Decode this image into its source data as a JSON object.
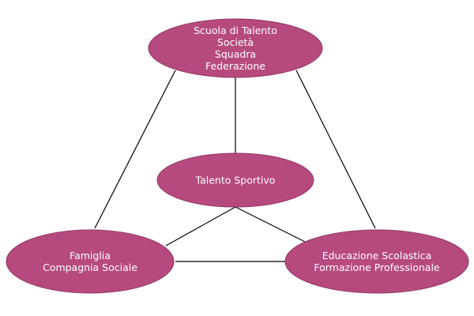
{
  "colors": {
    "node_fill": "#b64a7f",
    "line": "#000000",
    "background": "#ffffff"
  },
  "nodes": {
    "top": {
      "lines": [
        "Scuola di Talento",
        "Società",
        "Squadra",
        "Federazione"
      ]
    },
    "center": {
      "lines": [
        "Talento Sportivo"
      ]
    },
    "left": {
      "lines": [
        "Famiglia",
        "Compagnia Sociale"
      ]
    },
    "right": {
      "lines": [
        "Educazione Scolastica",
        "Formazione Professionale"
      ]
    }
  }
}
